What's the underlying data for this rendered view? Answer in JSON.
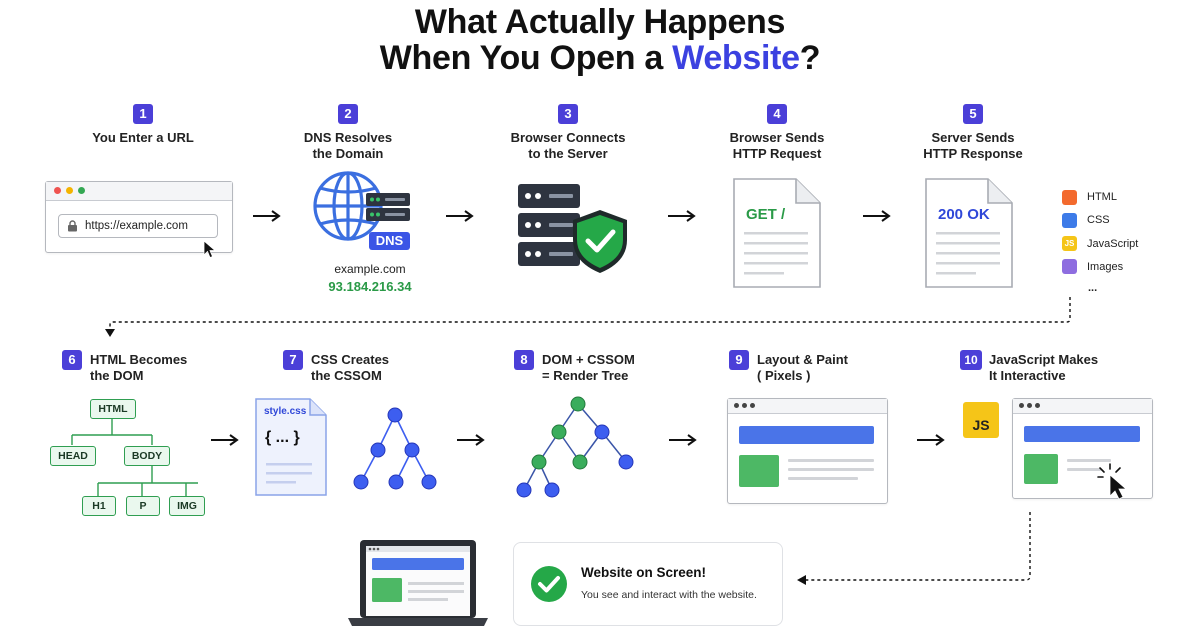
{
  "title": {
    "line1": "What Actually Happens",
    "line2_prefix": "When You Open a ",
    "line2_accent": "Website",
    "line2_suffix": "?"
  },
  "steps": [
    {
      "num": "1",
      "label1": "You Enter a URL",
      "label2": ""
    },
    {
      "num": "2",
      "label1": "DNS Resolves",
      "label2": "the Domain"
    },
    {
      "num": "3",
      "label1": "Browser Connects",
      "label2": "to the Server"
    },
    {
      "num": "4",
      "label1": "Browser Sends",
      "label2": "HTTP Request"
    },
    {
      "num": "5",
      "label1": "Server Sends",
      "label2": "HTTP Response"
    },
    {
      "num": "6",
      "label1": "HTML Becomes",
      "label2": "the DOM"
    },
    {
      "num": "7",
      "label1": "CSS Creates",
      "label2": "the CSSOM"
    },
    {
      "num": "8",
      "label1": "DOM + CSSOM",
      "label2": "= Render Tree"
    },
    {
      "num": "9",
      "label1": "Layout & Paint",
      "label2": "( Pixels )"
    },
    {
      "num": "10",
      "label1": "JavaScript Makes",
      "label2": "It Interactive"
    }
  ],
  "url": "https://example.com",
  "dns": {
    "tag": "DNS",
    "domain": "example.com",
    "ip": "93.184.216.34"
  },
  "request": "GET /",
  "response": "200 OK",
  "resources": [
    {
      "name": "HTML",
      "icon": "html-file-icon",
      "glyph": "",
      "color": "#f36a2e"
    },
    {
      "name": "CSS",
      "icon": "css-file-icon",
      "glyph": "",
      "color": "#3d7be8"
    },
    {
      "name": "JavaScript",
      "icon": "js-file-icon",
      "glyph": "JS",
      "color": "#f5c518"
    },
    {
      "name": "Images",
      "icon": "image-file-icon",
      "glyph": "",
      "color": "#8e6de0"
    }
  ],
  "resources_more": "...",
  "dom": {
    "root": "HTML",
    "left": "HEAD",
    "right": "BODY",
    "children": [
      "H1",
      "P",
      "IMG"
    ]
  },
  "css_file": {
    "name": "style.css",
    "braces": "{ ... }"
  },
  "js_tile": "JS",
  "final": {
    "title": "Website on Screen!",
    "subtitle": "You see and interact with the website."
  },
  "colors": {
    "accent": "#3b41e0",
    "badge": "#4b3fd8",
    "green": "#2a9a47",
    "blue_node": "#3d5ef0"
  }
}
